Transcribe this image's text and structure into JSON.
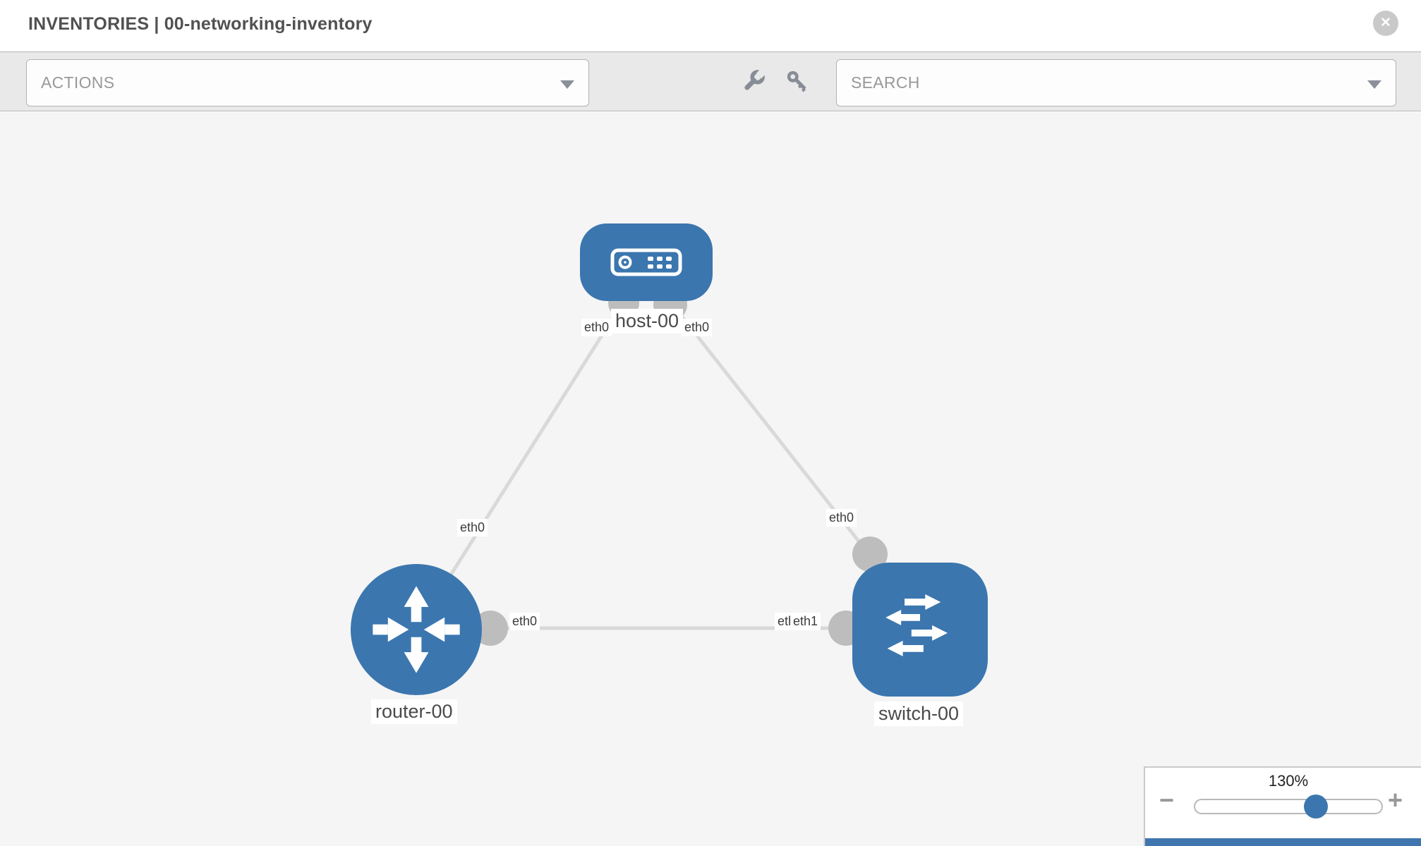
{
  "header": {
    "title": "INVENTORIES | 00-networking-inventory",
    "close_icon": "✕"
  },
  "toolbar": {
    "actions_label": "ACTIONS",
    "search_label": "SEARCH"
  },
  "graph": {
    "nodes": [
      {
        "label": "host-00",
        "type": "host"
      },
      {
        "label": "router-00",
        "type": "router"
      },
      {
        "label": "switch-00",
        "type": "switch"
      }
    ],
    "interfaces": [
      {
        "text": "eth0",
        "position": "host-left"
      },
      {
        "text": "eth0",
        "position": "host-right"
      },
      {
        "text": "eth0",
        "position": "router-top"
      },
      {
        "text": "eth0",
        "position": "switch-top"
      },
      {
        "text": "eth0",
        "position": "mid-link-router-side"
      },
      {
        "text": "eth0",
        "position": "mid-link-switch-side-under"
      },
      {
        "text": "eth1",
        "position": "mid-link-switch-side-over"
      }
    ],
    "links": [
      {
        "from": "host-00",
        "to": "router-00"
      },
      {
        "from": "host-00",
        "to": "switch-00"
      },
      {
        "from": "router-00",
        "to": "switch-00"
      }
    ]
  },
  "zoom_control": {
    "level": "130%",
    "minus_label": "−",
    "plus_label": "+"
  },
  "colors": {
    "node_blue": "#3b76af",
    "bubble_gray": "#bdbdbd",
    "link_gray": "#d9d9d9"
  }
}
